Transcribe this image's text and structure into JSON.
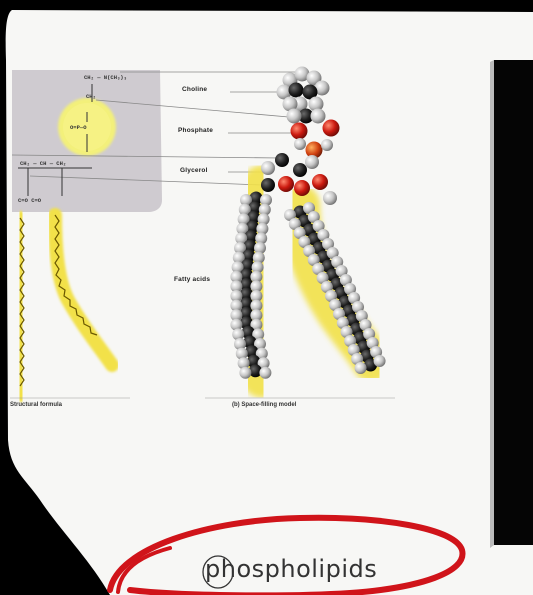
{
  "diagram": {
    "labels": {
      "choline": "Choline",
      "phosphate": "Phosphate",
      "glycerol": "Glycerol",
      "fatty_acids": "Fatty acids"
    },
    "captions": {
      "left": "Structural formula",
      "right": "(b) Space-filling model"
    },
    "formula": {
      "line1": "CH₂ — N(CH₃)₃",
      "line2": "CH₂",
      "line3": "O=P—O",
      "line4": "CH₂ — CH — CH₂",
      "line5": "C=O  C=O"
    }
  },
  "annotation": {
    "text": "phospholipids",
    "circle_color": "#d0141a"
  },
  "colors": {
    "tail_glow": "#f2e14a",
    "oxygen": "#cc1a10",
    "carbon": "#1e1e1e",
    "hydrogen": "#c8c8c8",
    "phosphate_highlight": "#f3f07a"
  }
}
